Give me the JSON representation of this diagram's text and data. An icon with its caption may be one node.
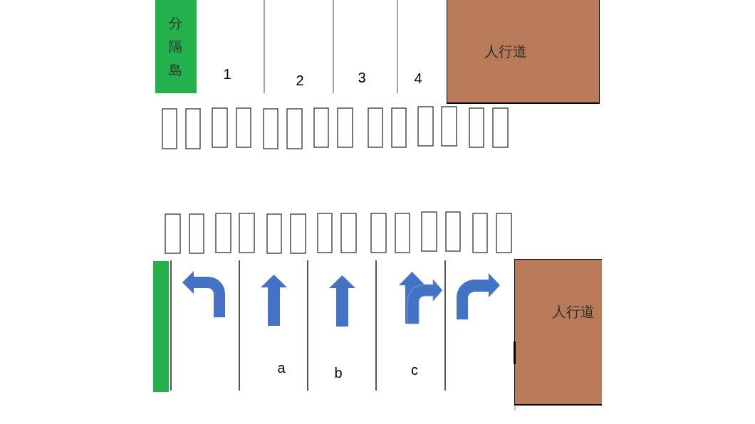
{
  "diagram": {
    "nodes": [
      {
        "text": [
          "分隔島"
        ]
      },
      {
        "text": [
          "人行道"
        ]
      },
      {
        "text": [],
        "shape": "bar"
      },
      {
        "text": [
          "人行道"
        ]
      }
    ],
    "labels": [
      "1",
      "2",
      "3",
      "4",
      "a",
      "b",
      "c"
    ]
  }
}
